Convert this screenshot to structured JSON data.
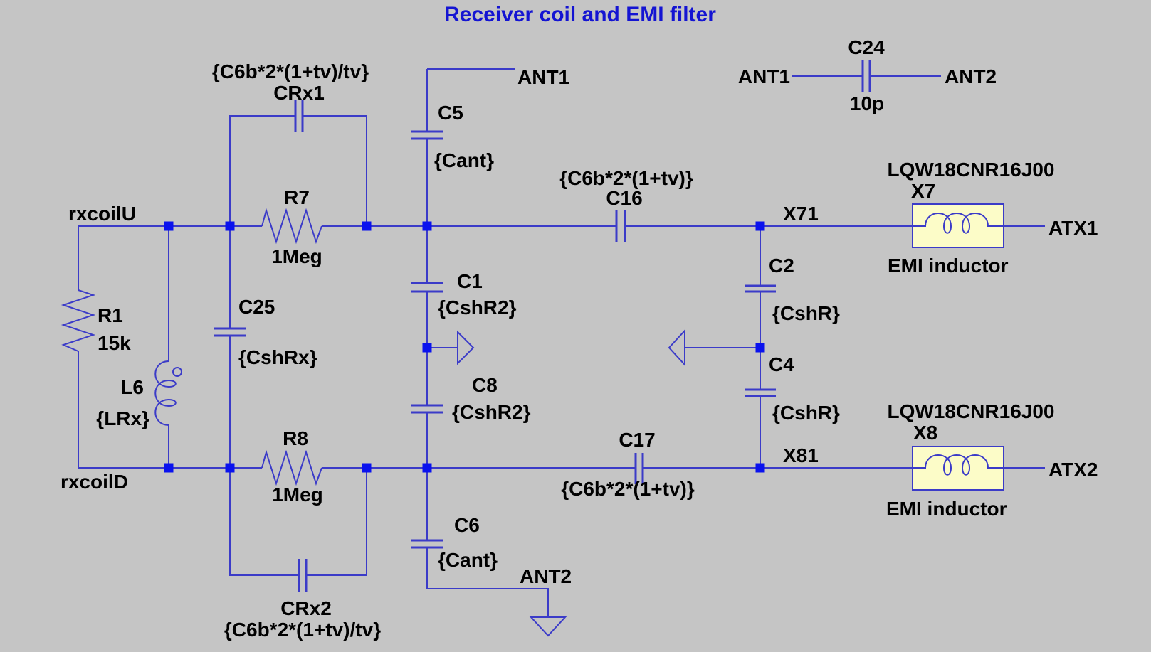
{
  "title": "Receiver coil and EMI filter",
  "colors": {
    "background": "#c5c5c5",
    "wire": "#3b3bc8",
    "junction": "#0a12ee",
    "ink": "#000000",
    "title": "#1414d2",
    "box_fill": "#fcfcc8"
  },
  "components": {
    "R1": {
      "name": "R1",
      "value": "15k"
    },
    "R7": {
      "name": "R7",
      "value": "1Meg"
    },
    "R8": {
      "name": "R8",
      "value": "1Meg"
    },
    "L6": {
      "name": "L6",
      "value": "{LRx}"
    },
    "C25": {
      "name": "C25",
      "value": "{CshRx}"
    },
    "CRx1": {
      "name": "CRx1",
      "value": "{C6b*2*(1+tv)/tv}"
    },
    "CRx2": {
      "name": "CRx2",
      "value": "{C6b*2*(1+tv)/tv}"
    },
    "C5": {
      "name": "C5",
      "value": "{Cant}"
    },
    "C6": {
      "name": "C6",
      "value": "{Cant}"
    },
    "C1": {
      "name": "C1",
      "value": "{CshR2}"
    },
    "C8": {
      "name": "C8",
      "value": "{CshR2}"
    },
    "C16": {
      "name": "C16",
      "value": "{C6b*2*(1+tv)}"
    },
    "C17": {
      "name": "C17",
      "value": "{C6b*2*(1+tv)}"
    },
    "C2": {
      "name": "C2",
      "value": "{CshR}"
    },
    "C4": {
      "name": "C4",
      "value": "{CshR}"
    },
    "C24": {
      "name": "C24",
      "value": "10p"
    },
    "X7": {
      "name": "X7",
      "part": "LQW18CNR16J00",
      "caption": "EMI inductor"
    },
    "X8": {
      "name": "X8",
      "part": "LQW18CNR16J00",
      "caption": "EMI inductor"
    }
  },
  "nets": {
    "rxcoilU": "rxcoilU",
    "rxcoilD": "rxcoilD",
    "ant1": "ANT1",
    "ant2": "ANT2",
    "atx1": "ATX1",
    "atx2": "ATX2",
    "x71": "X71",
    "x81": "X81"
  }
}
